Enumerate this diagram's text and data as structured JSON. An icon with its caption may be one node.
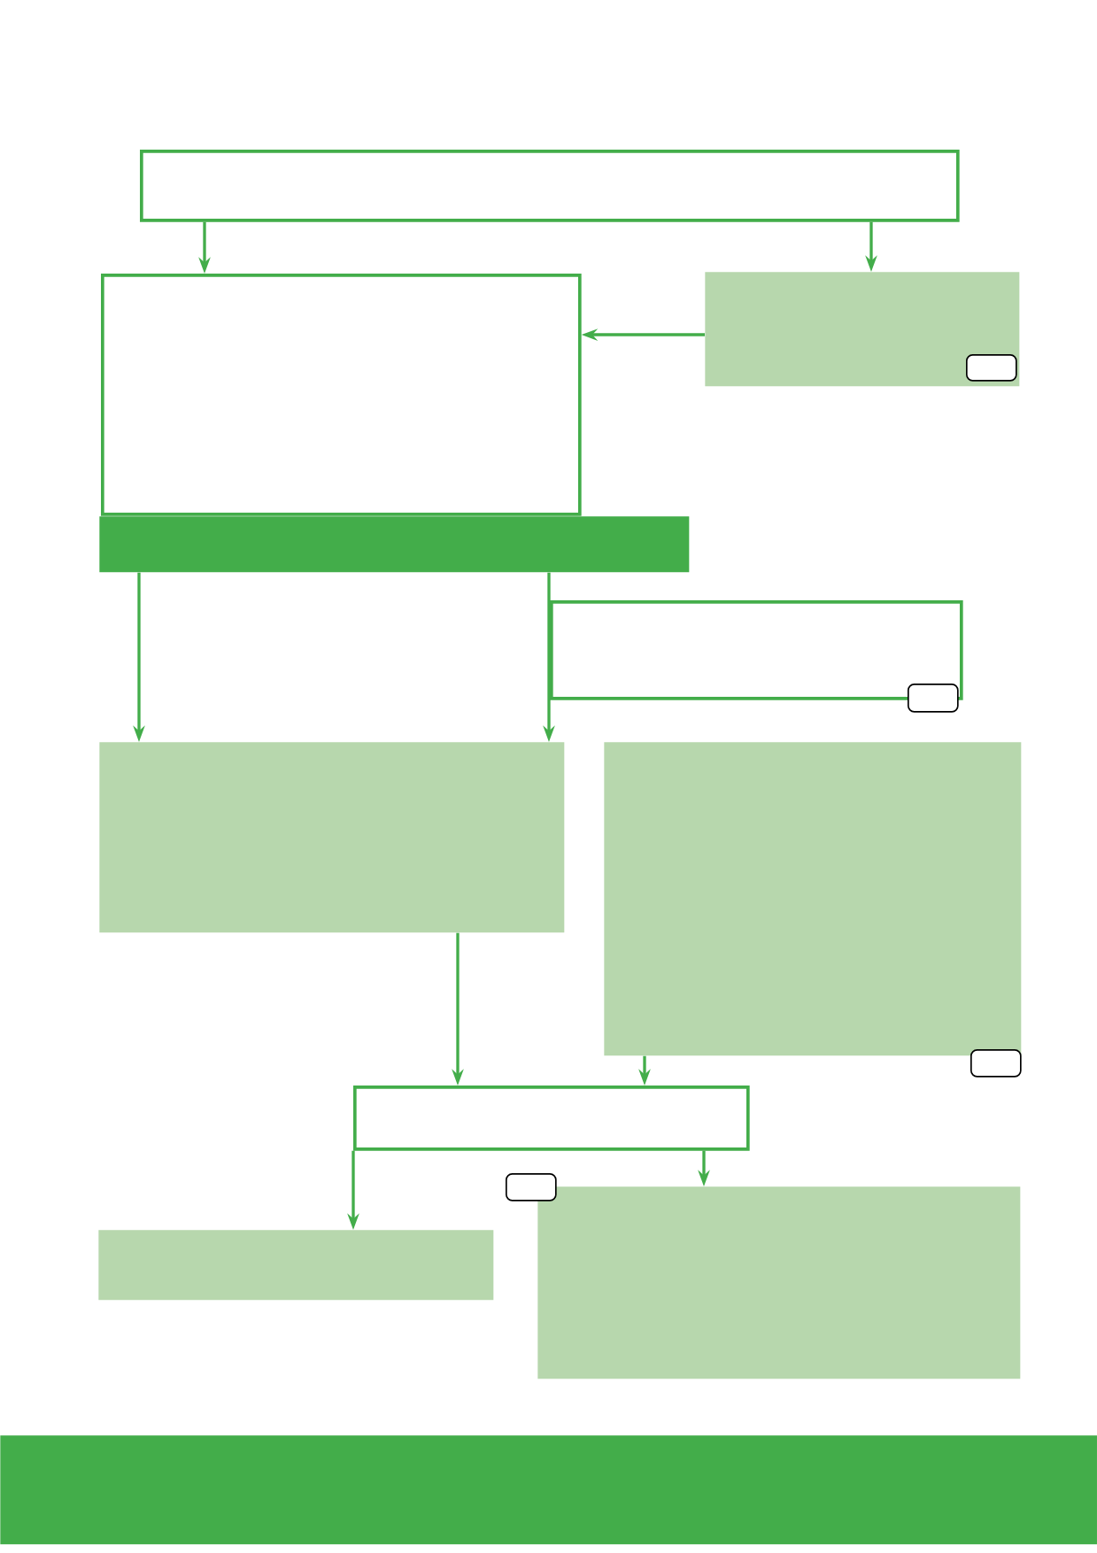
{
  "diagram": {
    "nodes": [
      {
        "text": [],
        "shape": "box"
      },
      {
        "text": [],
        "shape": "box"
      },
      {
        "text": [],
        "shape": "box"
      },
      {
        "text": [],
        "shape": "box",
        "in": 2
      },
      {
        "text": [],
        "shape": "bar"
      },
      {
        "text": [],
        "shape": "box"
      },
      {
        "text": [],
        "shape": "box"
      },
      {
        "text": [],
        "shape": "box"
      },
      {
        "text": [],
        "shape": "box"
      },
      {
        "text": [],
        "shape": "box"
      },
      {
        "text": [],
        "shape": "box"
      },
      {
        "text": [],
        "shape": "box"
      },
      {
        "text": [],
        "shape": "box"
      },
      {
        "text": [],
        "shape": "box"
      },
      {
        "text": [],
        "shape": "bar"
      }
    ],
    "edges": [
      {
        "from": 0,
        "to": 1,
        "arrow": "to"
      },
      {
        "from": 0,
        "to": 2,
        "arrow": "to"
      },
      {
        "from": 2,
        "to": 1,
        "arrow": "to"
      },
      {
        "from": 4,
        "to": 7,
        "arrow": "to"
      },
      {
        "from": 4,
        "to": 7,
        "arrow": "to"
      },
      {
        "from": 7,
        "to": 10,
        "arrow": "to"
      },
      {
        "from": 8,
        "to": 10,
        "arrow": "to"
      },
      {
        "from": 10,
        "to": 12,
        "arrow": "to"
      },
      {
        "from": 10,
        "to": 13,
        "arrow": "to"
      }
    ]
  }
}
